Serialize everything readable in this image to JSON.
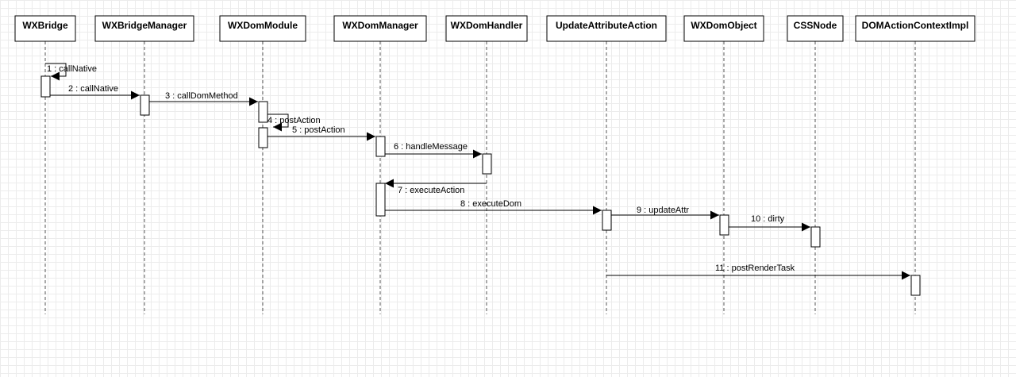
{
  "colors": {
    "background": "#ffffff",
    "grid": "#ececec",
    "stroke": "#000000"
  },
  "participants": [
    {
      "id": "wxbridge",
      "label": "WXBridge"
    },
    {
      "id": "wxbridgemanager",
      "label": "WXBridgeManager"
    },
    {
      "id": "wxdommodule",
      "label": "WXDomModule"
    },
    {
      "id": "wxdommanager",
      "label": "WXDomManager"
    },
    {
      "id": "wxdomhandler",
      "label": "WXDomHandler"
    },
    {
      "id": "updateattributeaction",
      "label": "UpdateAttributeAction"
    },
    {
      "id": "wxdomobject",
      "label": "WXDomObject"
    },
    {
      "id": "cssnode",
      "label": "CSSNode"
    },
    {
      "id": "domactioncontextimpl",
      "label": "DOMActionContextImpl"
    }
  ],
  "messages": [
    {
      "label": "1 : callNative",
      "from": "wxbridge",
      "to": "wxbridge",
      "self": true
    },
    {
      "label": "2 : callNative",
      "from": "wxbridge",
      "to": "wxbridgemanager"
    },
    {
      "label": "3 : callDomMethod",
      "from": "wxbridgemanager",
      "to": "wxdommodule"
    },
    {
      "label": "4 : postAction",
      "from": "wxdommodule",
      "to": "wxdommodule",
      "self": true
    },
    {
      "label": "5 : postAction",
      "from": "wxdommodule",
      "to": "wxdommanager"
    },
    {
      "label": "6 : handleMessage",
      "from": "wxdommanager",
      "to": "wxdomhandler"
    },
    {
      "label": "7 : executeAction",
      "from": "wxdomhandler",
      "to": "wxdommanager"
    },
    {
      "label": "8 : executeDom",
      "from": "wxdommanager",
      "to": "updateattributeaction"
    },
    {
      "label": "9 : updateAttr",
      "from": "updateattributeaction",
      "to": "wxdomobject"
    },
    {
      "label": "10 : dirty",
      "from": "wxdomobject",
      "to": "cssnode"
    },
    {
      "label": "11 : postRenderTask",
      "from": "updateattributeaction",
      "to": "domactioncontextimpl"
    }
  ]
}
